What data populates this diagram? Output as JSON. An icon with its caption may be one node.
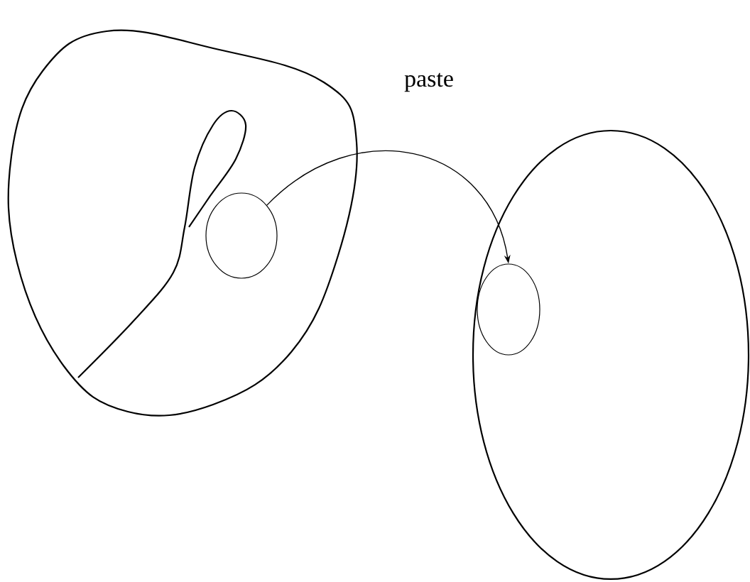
{
  "diagram": {
    "nodes": [
      {
        "text": [],
        "shape": "blob"
      },
      {
        "text": [],
        "shape": "circle",
        "in": 0
      },
      {
        "text": [],
        "shape": "ellipse"
      },
      {
        "text": [],
        "shape": "circle",
        "in": 2
      }
    ],
    "edges": [
      {
        "from": 1,
        "to": 3,
        "arrow": "to",
        "label": "paste"
      }
    ]
  }
}
